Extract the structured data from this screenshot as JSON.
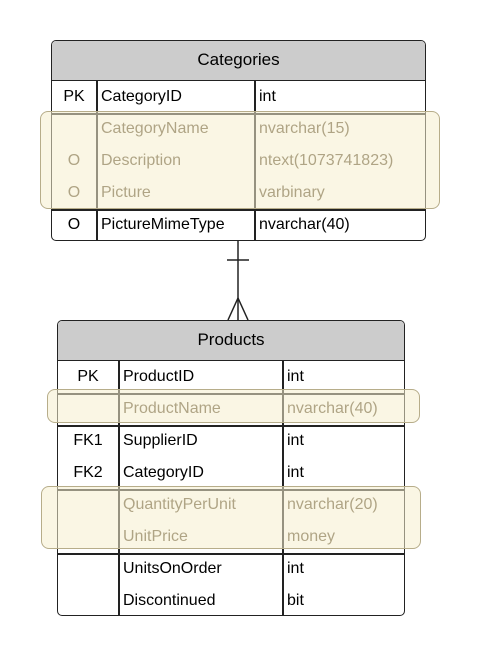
{
  "categories": {
    "title": "Categories",
    "rows": [
      {
        "key": "PK",
        "name": "CategoryID",
        "type": "int"
      },
      {
        "key": "",
        "name": "CategoryName",
        "type": "nvarchar(15)"
      },
      {
        "key": "O",
        "name": "Description",
        "type": "ntext(1073741823)"
      },
      {
        "key": "O",
        "name": "Picture",
        "type": "varbinary"
      },
      {
        "key": "O",
        "name": "PictureMimeType",
        "type": "nvarchar(40)"
      }
    ]
  },
  "products": {
    "title": "Products",
    "rows": [
      {
        "key": "PK",
        "name": "ProductID",
        "type": "int"
      },
      {
        "key": "",
        "name": "ProductName",
        "type": "nvarchar(40)"
      },
      {
        "key": "FK1",
        "name": "SupplierID",
        "type": "int"
      },
      {
        "key": "FK2",
        "name": "CategoryID",
        "type": "int"
      },
      {
        "key": "",
        "name": "QuantityPerUnit",
        "type": "nvarchar(20)"
      },
      {
        "key": "",
        "name": "UnitPrice",
        "type": "money"
      },
      {
        "key": "",
        "name": "UnitsOnOrder",
        "type": "int"
      },
      {
        "key": "",
        "name": "Discontinued",
        "type": "bit"
      }
    ]
  },
  "relationship": {
    "from": "Categories",
    "to": "Products",
    "from_cardinality": "one",
    "to_cardinality": "many"
  }
}
